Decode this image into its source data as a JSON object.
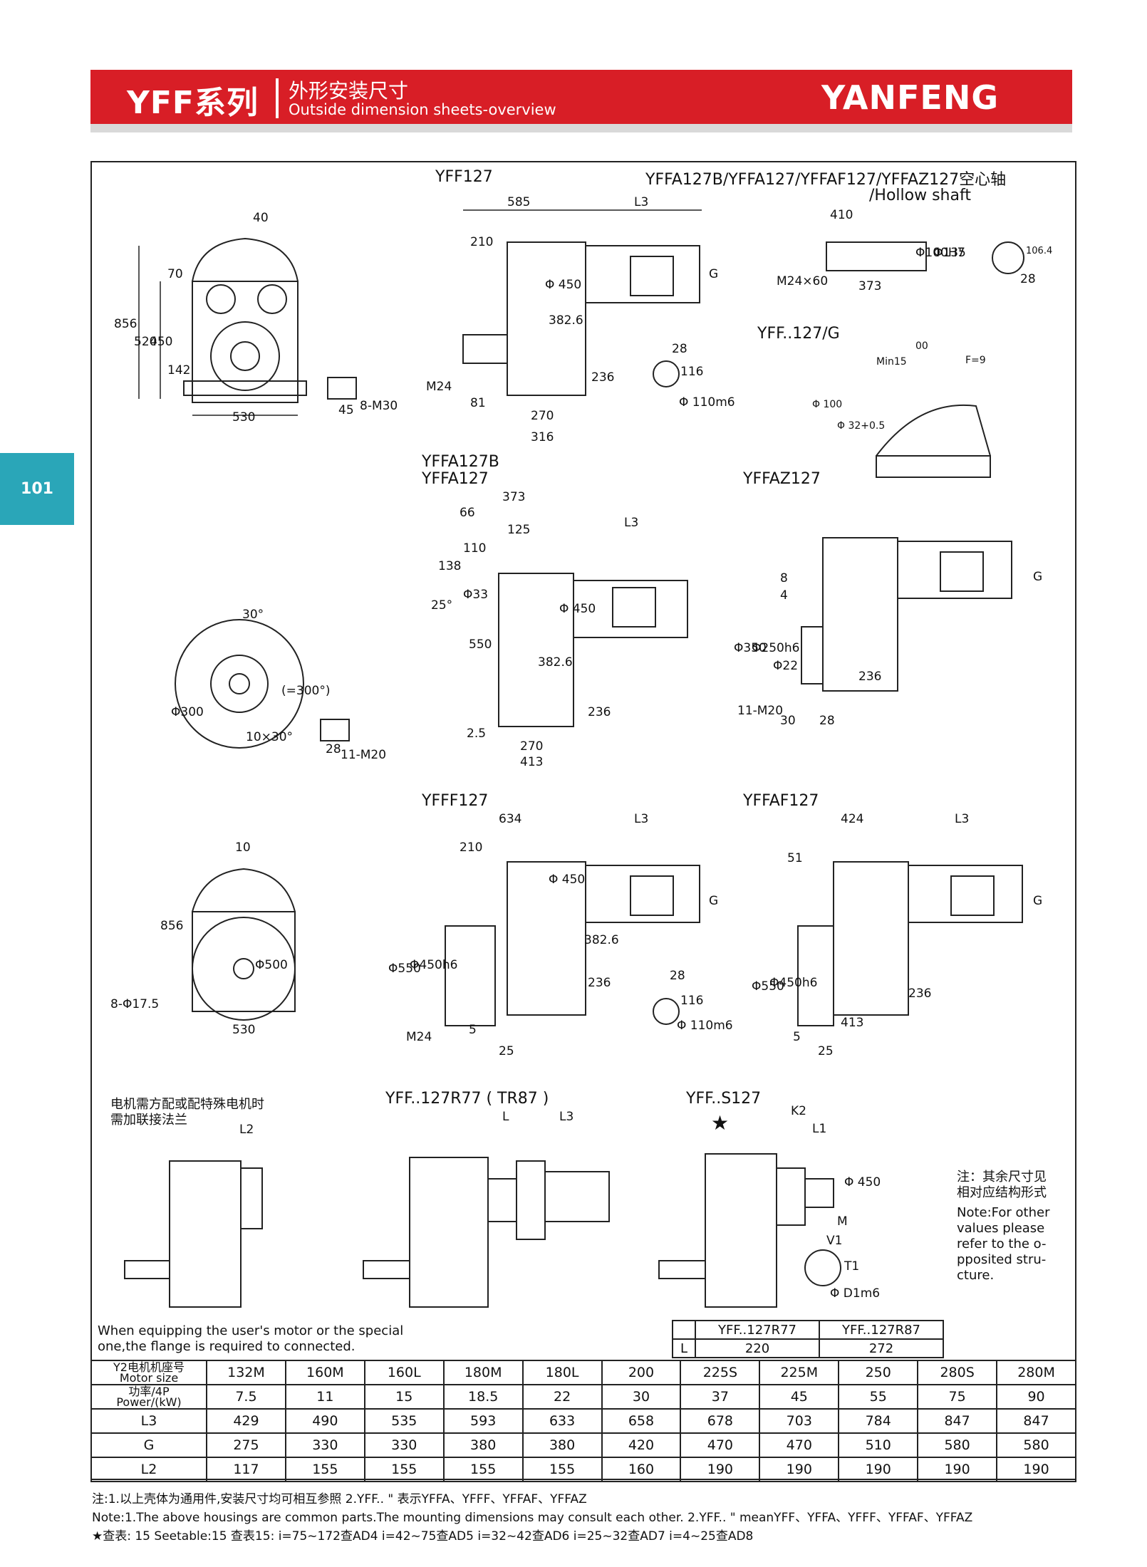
{
  "header": {
    "series": "YFF系列",
    "title_zh": "外形安装尺寸",
    "title_en": "Outside dimension sheets-overview",
    "brand": "YANFENG",
    "page_number": "101"
  },
  "views": {
    "yff127": "YFF127",
    "hollow_shaft_line1": "YFFA127B/YFFA127/YFFAF127/YFFAZ127空心轴",
    "hollow_shaft_line2": "/Hollow shaft",
    "yff_127_g": "YFF..127/G",
    "yffa127b": "YFFA127B",
    "yffa127": "YFFA127",
    "yffaz127": "YFFAZ127",
    "yfff127": "YFFF127",
    "yffaf127": "YFFAF127",
    "yff_r77": "YFF..127R77 ( TR87 )",
    "yff_s127": "YFF..S127",
    "star": "★"
  },
  "dims": {
    "d40": "40",
    "d856": "856",
    "d520": "520",
    "d450": "450",
    "d70": "70",
    "d142": "142",
    "d530": "530",
    "d45": "45",
    "m30": "8-M30",
    "d585": "585",
    "L3": "L3",
    "d210": "210",
    "phi450": "Φ 450",
    "d382_6": "382.6",
    "G": "G",
    "d236": "236",
    "M24": "M24",
    "d81": "81",
    "d270": "270",
    "d316": "316",
    "d28": "28",
    "d116": "116",
    "phi110": "Φ 110m6",
    "d410": "410",
    "phi100h7": "Φ100H7",
    "phi135": "Φ135",
    "d106_4": "106.4",
    "m24x60": "M24×60",
    "d373": "373",
    "min15": "Min15",
    "d00": "00",
    "f9": "F=9",
    "phi100": "Φ 100",
    "phi32": "Φ 32+0.5",
    "d66": "66",
    "d125": "125",
    "d110": "110",
    "d138": "138",
    "phi33": "Φ33",
    "deg25": "25°",
    "d550": "550",
    "deg30": "30°",
    "phi300": "Φ300",
    "arc300": "(=300°)",
    "ang10x30": "10×30°",
    "m20": "11-M20",
    "d2_5": "2.5",
    "d413": "413",
    "d8": "8",
    "d4": "4",
    "phi350": "Φ350",
    "phi250": "Φ250h6",
    "phi22": "Φ22",
    "d30": "30",
    "d634": "634",
    "d10": "10",
    "phi500": "Φ500",
    "phi17_5": "8-Φ17.5",
    "phi550": "Φ550",
    "phi450h6": "Φ450h6",
    "d5": "5",
    "d25": "25",
    "d424": "424",
    "d51": "51",
    "L2": "L2",
    "L": "L",
    "K2": "K2",
    "L1": "L1",
    "M": "M",
    "V1": "V1",
    "T1": "T1",
    "phiD1": "Φ D1m6"
  },
  "notes": {
    "motor_cn_1": "电机需方配或配特殊电机时",
    "motor_cn_2": "需加联接法兰",
    "right_cn_1": "注：其余尺寸见",
    "right_cn_2": "相对应结构形式",
    "right_en": "Note:For other values please refer to the o-pposited stru-cture.",
    "user_motor": "When equipping the user's motor  or the special one,the flange is required to connected."
  },
  "r_table": {
    "col1": "YFF..127R77",
    "col2": "YFF..127R87",
    "row_label": "L",
    "v1": "220",
    "v2": "272"
  },
  "spec_table": {
    "headers": [
      "132M",
      "160M",
      "160L",
      "180M",
      "180L",
      "200",
      "225S",
      "225M",
      "250",
      "280S",
      "280M"
    ],
    "rows": [
      {
        "label1": "Y2电机机座号",
        "label2": "Motor size",
        "values": [
          "132M",
          "160M",
          "160L",
          "180M",
          "180L",
          "200",
          "225S",
          "225M",
          "250",
          "280S",
          "280M"
        ]
      },
      {
        "label1": "功率/4P",
        "label2": "Power/(kW)",
        "values": [
          "7.5",
          "11",
          "15",
          "18.5",
          "22",
          "30",
          "37",
          "45",
          "55",
          "75",
          "90"
        ]
      },
      {
        "label1": "L3",
        "label2": "",
        "values": [
          "429",
          "490",
          "535",
          "593",
          "633",
          "658",
          "678",
          "703",
          "784",
          "847",
          "847"
        ]
      },
      {
        "label1": "G",
        "label2": "",
        "values": [
          "275",
          "330",
          "330",
          "380",
          "380",
          "420",
          "470",
          "470",
          "510",
          "580",
          "580"
        ]
      },
      {
        "label1": "L2",
        "label2": "",
        "values": [
          "117",
          "155",
          "155",
          "155",
          "155",
          "160",
          "190",
          "190",
          "190",
          "190",
          "190"
        ]
      }
    ]
  },
  "footer": {
    "line1": "注:1.以上壳体为通用件,安装尺寸均可相互参照     2.YFF.. \" 表示YFFA、YFFF、YFFAF、YFFAZ",
    "line2": "Note:1.The above housings are common parts.The mounting dimensions may consult each other.    2.YFF.. \" meanYFF、YFFA、YFFF、YFFAF、YFFAZ",
    "line3": "★查表: 15  Seetable:15 查表15:  i=75~172查AD4  i=42~75查AD5  i=32~42查AD6  i=25~32查AD7  i=4~25查AD8"
  }
}
